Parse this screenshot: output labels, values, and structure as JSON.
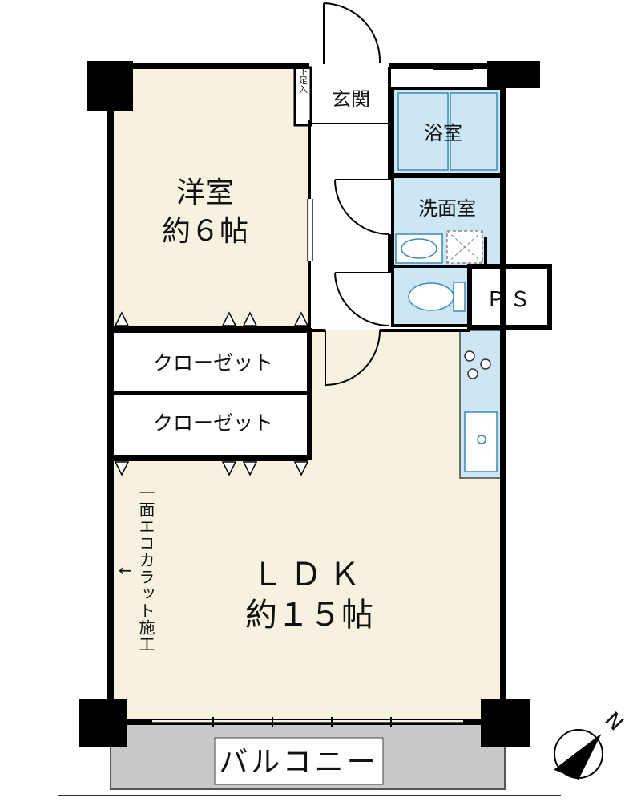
{
  "rooms": {
    "western_room": {
      "name": "洋室",
      "size": "約６帖"
    },
    "entrance": "玄関",
    "shoe_box": "下足入",
    "bathroom": "浴室",
    "washroom": "洗面室",
    "pipe_space": "ＰＳ",
    "closet_1": "クローゼット",
    "closet_2": "クローゼット",
    "ldk": {
      "name": "ＬＤＫ",
      "size": "約１５帖"
    },
    "balcony": "バルコニー"
  },
  "annotation": {
    "arrow": "←",
    "eco_carat": "一面エコカラット施工"
  },
  "compass": {
    "label": "N"
  },
  "colors": {
    "floor_cream": "#f7f1df",
    "wet_blue": "#cde6f4",
    "balcony_gray": "#c9c9c9",
    "wall": "#000000",
    "kitchen_blue": "#cde6f4"
  }
}
